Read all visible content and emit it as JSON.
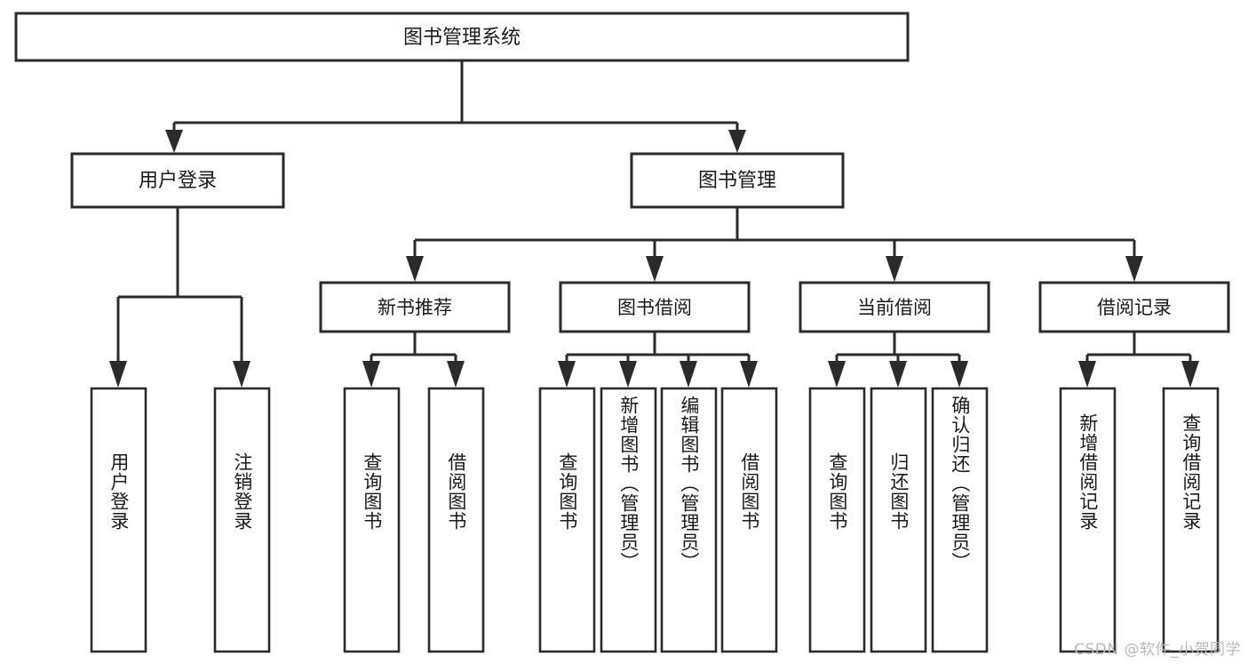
{
  "diagram": {
    "title_node": {
      "label": "图书管理系统"
    },
    "level1": [
      {
        "id": "user-login",
        "label": "用户登录"
      },
      {
        "id": "book-management",
        "label": "图书管理"
      }
    ],
    "level2": [
      {
        "id": "new-book-recommend",
        "label": "新书推荐"
      },
      {
        "id": "book-borrow",
        "label": "图书借阅"
      },
      {
        "id": "current-borrow",
        "label": "当前借阅"
      },
      {
        "id": "borrow-record",
        "label": "借阅记录"
      }
    ],
    "leaves": [
      {
        "id": "leaf-user-login",
        "label": "用户登录",
        "parent": "user-login"
      },
      {
        "id": "leaf-logout-login",
        "label": "注销登录",
        "parent": "user-login"
      },
      {
        "id": "leaf-query-book-1",
        "label": "查询图书",
        "parent": "new-book-recommend"
      },
      {
        "id": "leaf-borrow-book-1",
        "label": "借阅图书",
        "parent": "new-book-recommend"
      },
      {
        "id": "leaf-query-book-2",
        "label": "查询图书",
        "parent": "book-borrow"
      },
      {
        "id": "leaf-add-book",
        "label": "新增图书（管理员）",
        "parent": "book-borrow"
      },
      {
        "id": "leaf-edit-book",
        "label": "编辑图书（管理员）",
        "parent": "book-borrow"
      },
      {
        "id": "leaf-borrow-book-2",
        "label": "借阅图书",
        "parent": "book-borrow"
      },
      {
        "id": "leaf-query-book-3",
        "label": "查询图书",
        "parent": "current-borrow"
      },
      {
        "id": "leaf-return-book",
        "label": "归还图书",
        "parent": "current-borrow"
      },
      {
        "id": "leaf-confirm-return",
        "label": "确认归还（管理员）",
        "parent": "current-borrow"
      },
      {
        "id": "leaf-add-record",
        "label": "新增借阅记录",
        "parent": "borrow-record"
      },
      {
        "id": "leaf-query-record",
        "label": "查询借阅记录",
        "parent": "borrow-record"
      }
    ],
    "colors": {
      "stroke": "#2b2b2b",
      "fill": "#ffffff",
      "text": "#1a1a1a",
      "watermark": "#b9b9b9"
    }
  },
  "watermark": {
    "text": "CSDN @软件_小贺同学"
  }
}
